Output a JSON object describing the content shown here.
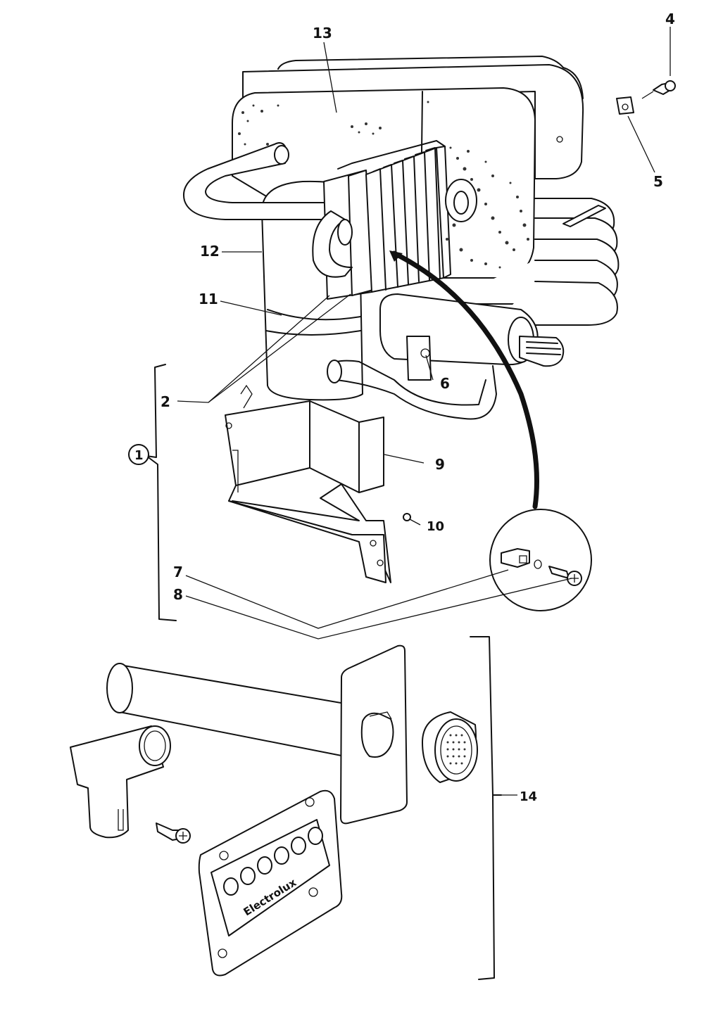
{
  "callouts": {
    "c1": "1",
    "c2": "2",
    "c4": "4",
    "c5": "5",
    "c6": "6",
    "c7": "7",
    "c8": "8",
    "c9": "9",
    "c10": "10",
    "c11": "11",
    "c12": "12",
    "c13": "13",
    "c14": "14"
  },
  "brand_text": "Electrolux"
}
